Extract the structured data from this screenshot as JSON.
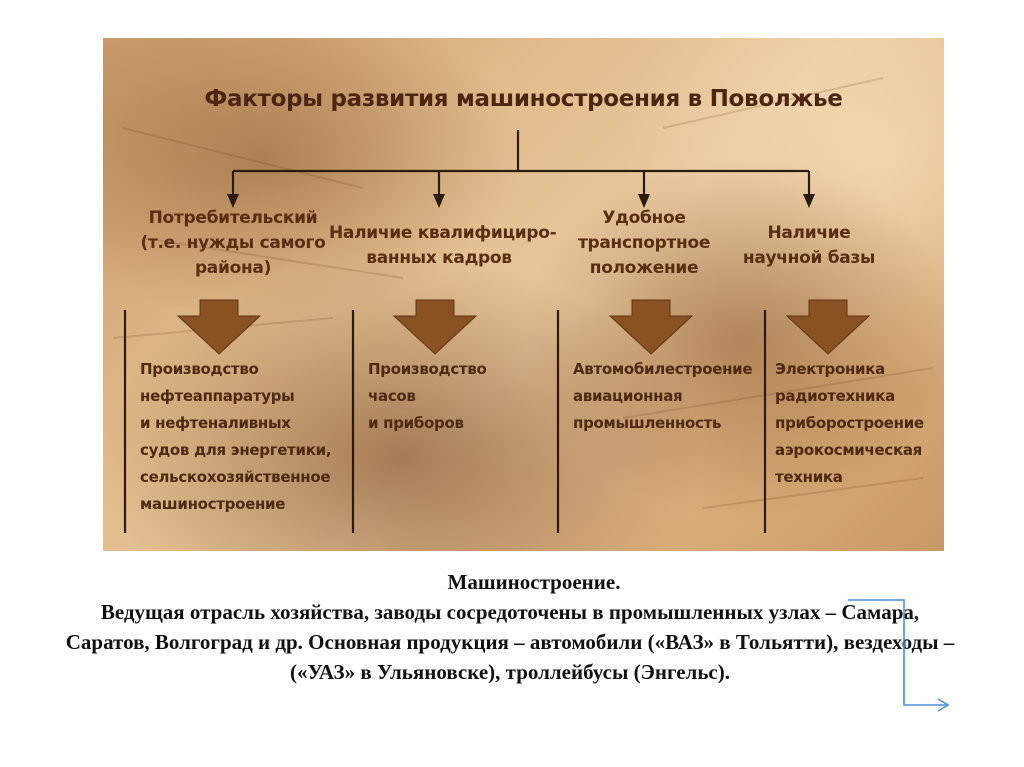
{
  "diagram": {
    "title": "Факторы развития машиностроения в Поволжье",
    "columns": [
      {
        "factor_lines": [
          "Потребительский",
          "(т.е. нужды самого",
          "района)"
        ],
        "result_lines": [
          "Производство",
          "нефтеаппаратуры",
          "и нефтеналивных",
          "судов для энергетики,",
          "сельскохозяйственное",
          "машиностроение"
        ]
      },
      {
        "factor_lines": [
          "Наличие квалифициро-",
          "ванных кадров"
        ],
        "result_lines": [
          "Производство",
          "часов",
          "и приборов"
        ]
      },
      {
        "factor_lines": [
          "Удобное",
          "транспортное",
          "положение"
        ],
        "result_lines": [
          "Автомобилестроение",
          "авиационная",
          "промышленность"
        ]
      },
      {
        "factor_lines": [
          "Наличие",
          "научной базы"
        ],
        "result_lines": [
          "Электроника",
          "радиотехника",
          "приборостроение",
          "аэрокосмическая",
          "техника"
        ]
      }
    ],
    "colors": {
      "text": "#5a2e12",
      "lines": "#2a1a10",
      "down_arrow": "#8a5222",
      "bracket": "#4a8fd6"
    }
  },
  "caption": {
    "heading": "Машиностроение.",
    "body": "Ведущая отрасль хозяйства, заводы сосредоточены в промышленных узлах – Самара, Саратов, Волгоград и др. Основная продукция – автомобили («ВАЗ» в Тольятти), вездеходы – («УАЗ» в Ульяновске), троллейбусы (Энгельс)."
  }
}
